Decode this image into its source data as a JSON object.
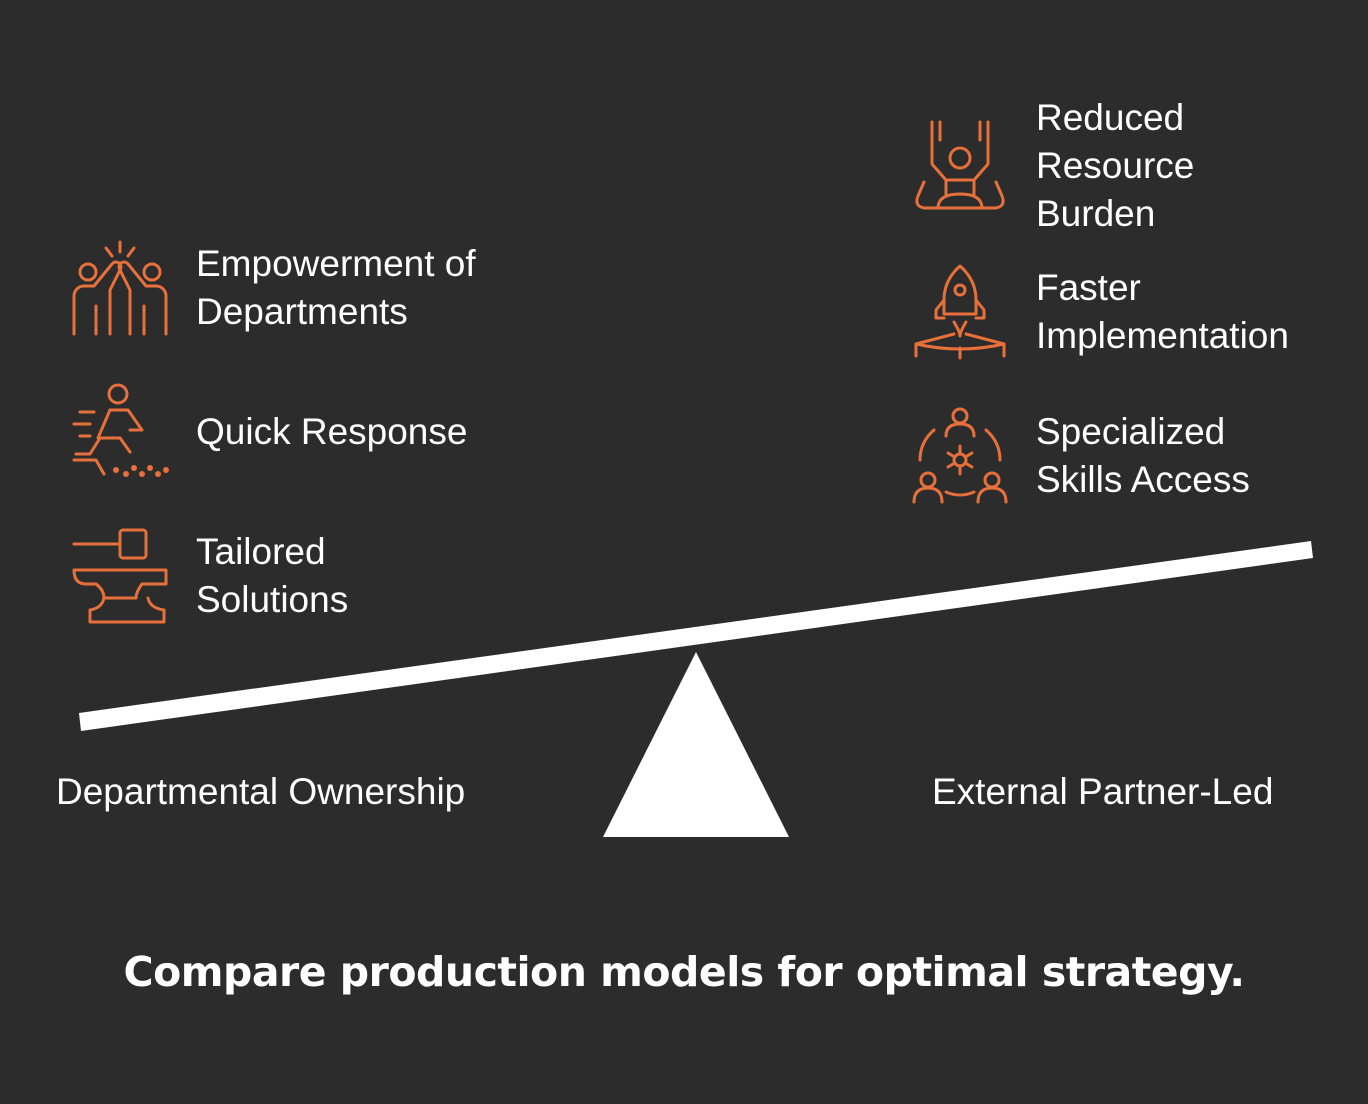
{
  "left": {
    "label": "Departmental Ownership",
    "items": [
      {
        "icon": "high-five-icon",
        "text": "Empowerment of\nDepartments"
      },
      {
        "icon": "running-person-icon",
        "text": "Quick Response"
      },
      {
        "icon": "anvil-hammer-icon",
        "text": "Tailored\nSolutions"
      }
    ]
  },
  "right": {
    "label": "External Partner-Led",
    "items": [
      {
        "icon": "person-lifted-icon",
        "text": "Reduced\nResource\nBurden"
      },
      {
        "icon": "rocket-launch-icon",
        "text": "Faster\nImplementation"
      },
      {
        "icon": "team-expertise-icon",
        "text": "Specialized\nSkills Access"
      }
    ]
  },
  "caption": "Compare production models for optimal strategy.",
  "colors": {
    "background": "#2c2c2c",
    "accent": "#e8703a",
    "text": "#ffffff"
  }
}
